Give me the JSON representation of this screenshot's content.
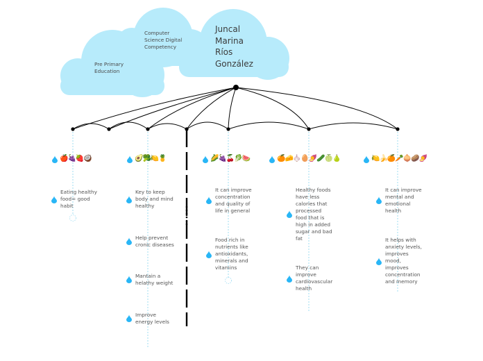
{
  "colors": {
    "cloud": "#b7ebfb",
    "line": "#000000",
    "drop": "#29b6f6",
    "dashed": "#9ddcf2"
  },
  "clouds": {
    "pre_primary": "Pre Primary\nEducation",
    "computer_science": "Computer\nScience Digital\nCompetency",
    "author": "Juncal\nMarina\nRíos\nGonzález"
  },
  "columns": [
    {
      "emojis": "🍎🍇🍓🥥",
      "items": [
        "Eating healthy\nfood= good\nhabit"
      ]
    },
    {
      "emojis": "🥑🥦🍋🍍",
      "items": [
        "Key to keep\nbody and mind\nhealthy",
        "Help prevent\ncronic diseases",
        "Mantain a\nhelathy weight",
        "Improve\nenergy levels"
      ]
    },
    {
      "emojis": "🌽🍇🍒🥬🍉",
      "items": [
        "It can improve\nconcentration\nand quality of\nlife in general",
        "Food rich in\nnutrients like\nantioxidants,\nminerals and\nvitamins"
      ]
    },
    {
      "emojis": "🍊🧀🧄🥚🍠🥒🍈🍐",
      "items": [
        "Healthy foods\nhave less\ncalories that\nprocessed\nfood that is\nhigh in added\nsugar and bad\nfat",
        "They can\nimprove\ncardiovascular\nhealth"
      ]
    },
    {
      "emojis": "🍋🍌🍊🥕🧅🥔🍠",
      "items": [
        "It can improve\nmental and\nemotional\nhealth",
        "It helps with\nanxiety levels,\nimproves\nmood,\nimproves\nconcentration\nand memory"
      ]
    }
  ]
}
